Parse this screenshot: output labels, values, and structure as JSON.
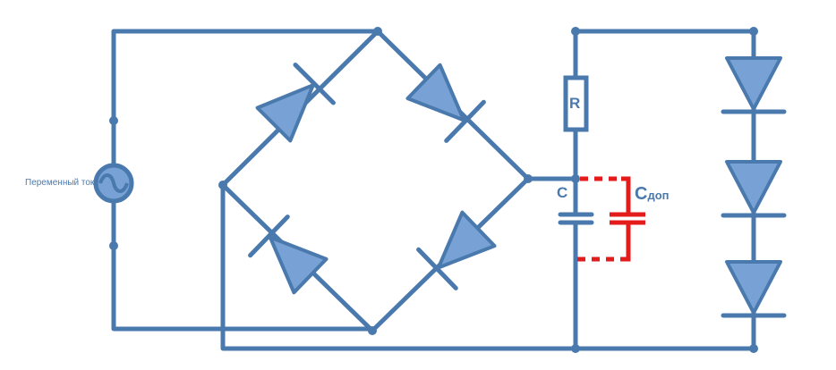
{
  "source_label": "Переменный ток",
  "resistor_label": "R",
  "capacitor_label": "C",
  "extra_capacitor_label": {
    "main": "C",
    "sub": "доп"
  },
  "colors": {
    "wire": "#4a79ad",
    "component_fill": "#78a2d6",
    "added": "#e31b1b"
  }
}
